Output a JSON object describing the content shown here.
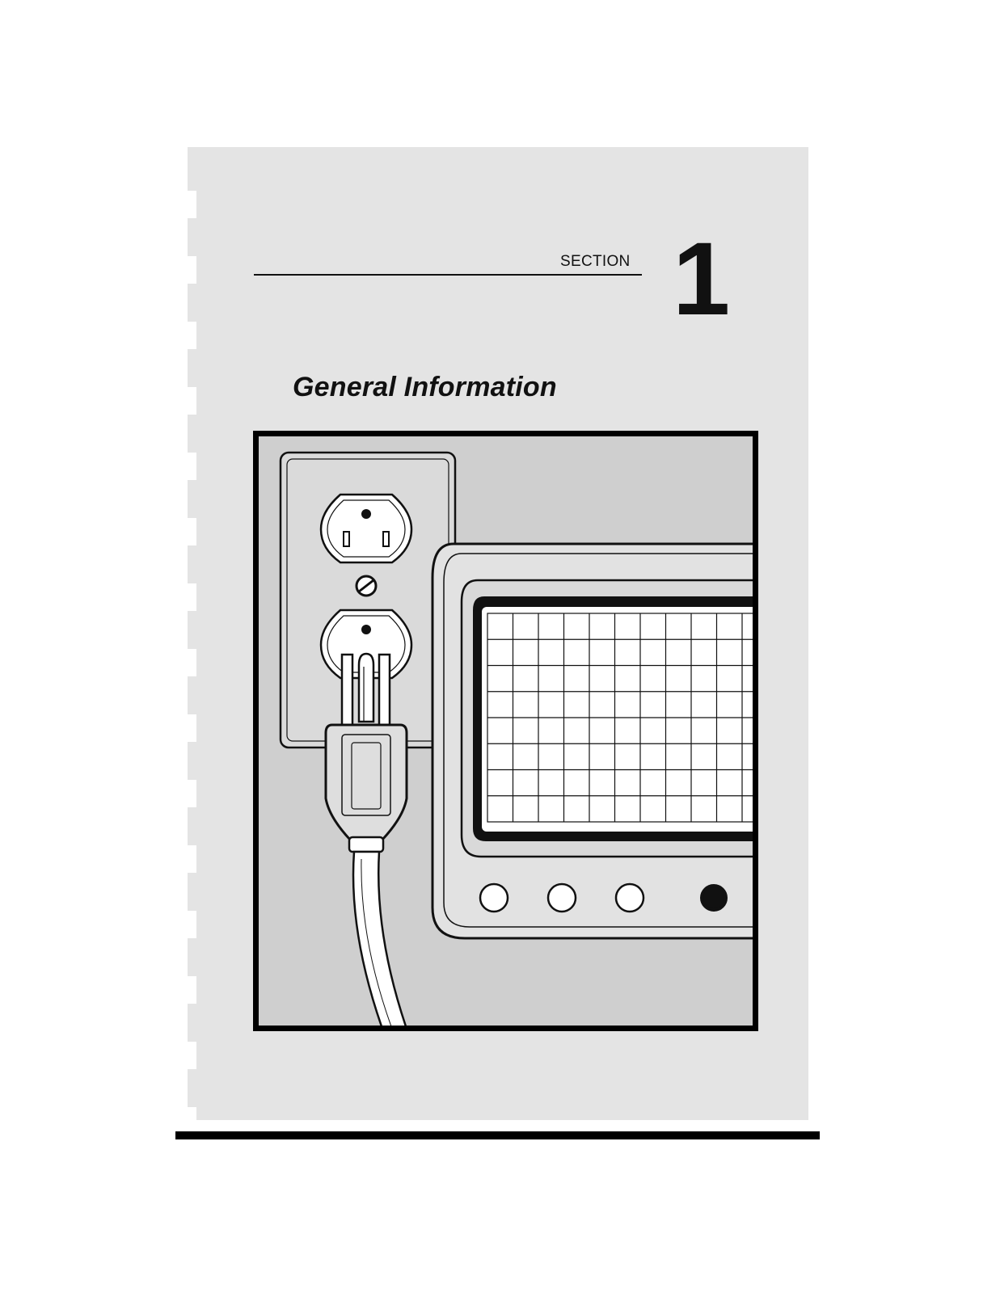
{
  "header": {
    "section_label": "SECTION",
    "section_number": "1"
  },
  "title": "General Information",
  "illustration": {
    "subject": "power-outlet-with-plug-and-oscilloscope",
    "graticule_columns": 10,
    "graticule_rows": 8,
    "front_panel_knobs": 4
  },
  "colors": {
    "sheet": "#e4e4e4",
    "ink": "#111111",
    "screen": "#ffffff"
  }
}
